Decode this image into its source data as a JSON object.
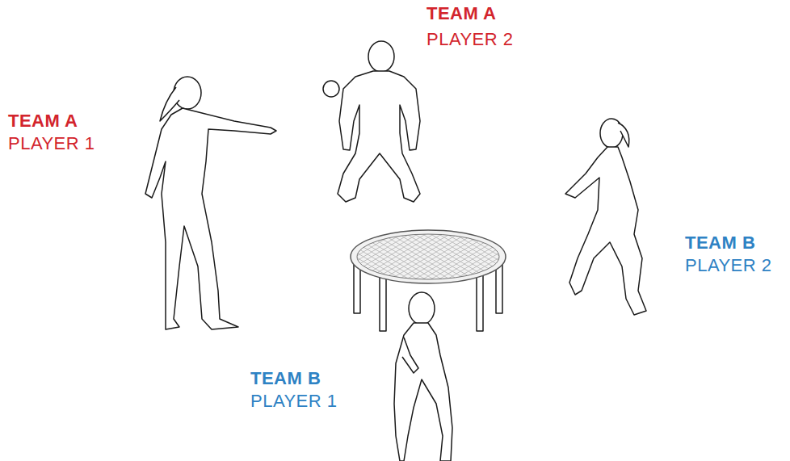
{
  "diagram": {
    "labels": [
      "TEAM A",
      "PLAYER 2",
      "TEAM A",
      "PLAYER 1",
      "TEAM B",
      "PLAYER 2",
      "TEAM B",
      "PLAYER 1"
    ]
  }
}
